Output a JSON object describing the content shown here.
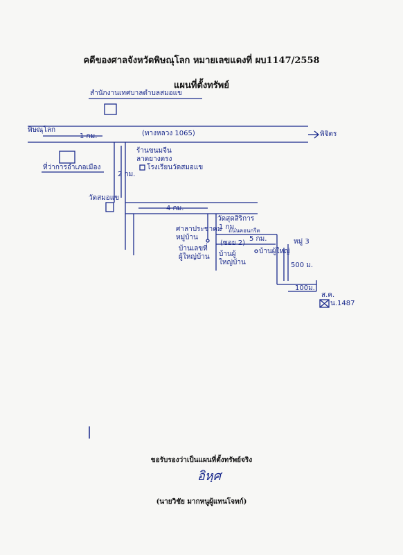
{
  "header": {
    "title": "คดีของศาลจังหวัดพิษณุโลก หมายเลขแดงที่ ผบ1147/2558",
    "subtitle": "แผนที่ตั้งทรัพย์"
  },
  "map": {
    "labels": {
      "top_office": "สำนักงานเทศบาลตำบลสมอแข",
      "left_town": "พิษณุโลก",
      "dist_1km": "1 กม.",
      "highway": "(ทางหลวง 1065)",
      "right_town": "พิจิตร",
      "left_office": "ที่ว่าการอำเภอเมือง",
      "shop": "ร้านขนมจีน",
      "shop_sub": "ลาดยางตรง",
      "school": "โรงเรียนวัดสมอแข",
      "dist_2km": "2 กม.",
      "wat": "วัดสมอแข",
      "dist_4km": "4 กม.",
      "temple_right": "วัดสุดสิริการ",
      "dist_1km_b": "1 กม.",
      "road_small": "ถนนคอนกรีต",
      "pavilion": "ศาลาประชาคม",
      "pavilion_sub": "หมู่บ้าน",
      "dist_5km": "5 กม.",
      "village_road": "(ซอย 2)",
      "house_left": "บ้านเลขที่",
      "house_left2": "ผู้ใหญ่บ้าน",
      "pole": "บ้านผู้",
      "pole2": "ใหญ่บ้าน",
      "house_right": "บ้านผู้ใหญ่",
      "mark_top": "หมู่ 3",
      "dist_side": "500 ม.",
      "dist_100": "100ม.",
      "prop": "ส.ค.",
      "plot": "น.1487"
    },
    "colors": {
      "ink": "#1a2a8c"
    }
  },
  "footer": {
    "certify": "ขอรับรองว่าเป็นแผนที่ตั้งทรัพย์จริง",
    "signature": "อิหฺศ",
    "name": "(นายวิชัย มากหนูผู้แทนโจทก์)"
  }
}
